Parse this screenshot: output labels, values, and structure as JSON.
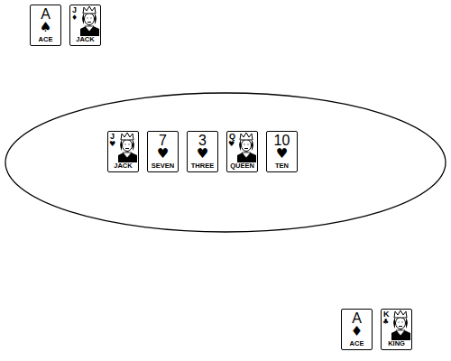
{
  "diagram": {
    "nodes": [
      {
        "text": [
          "A",
          "♠",
          "ACE"
        ]
      },
      {
        "text": [
          "J",
          "♦",
          "JACK"
        ]
      },
      {
        "text": [
          "J",
          "♥",
          "JACK"
        ]
      },
      {
        "text": [
          "7",
          "♥",
          "SEVEN"
        ]
      },
      {
        "text": [
          "3",
          "♥",
          "THREE"
        ]
      },
      {
        "text": [
          "Q",
          "♥",
          "QUEEN"
        ]
      },
      {
        "text": [
          "10",
          "♥",
          "TEN"
        ]
      },
      {
        "text": [
          "A",
          "♦",
          "ACE"
        ]
      },
      {
        "text": [
          "K",
          "♣",
          "KING"
        ]
      }
    ]
  }
}
